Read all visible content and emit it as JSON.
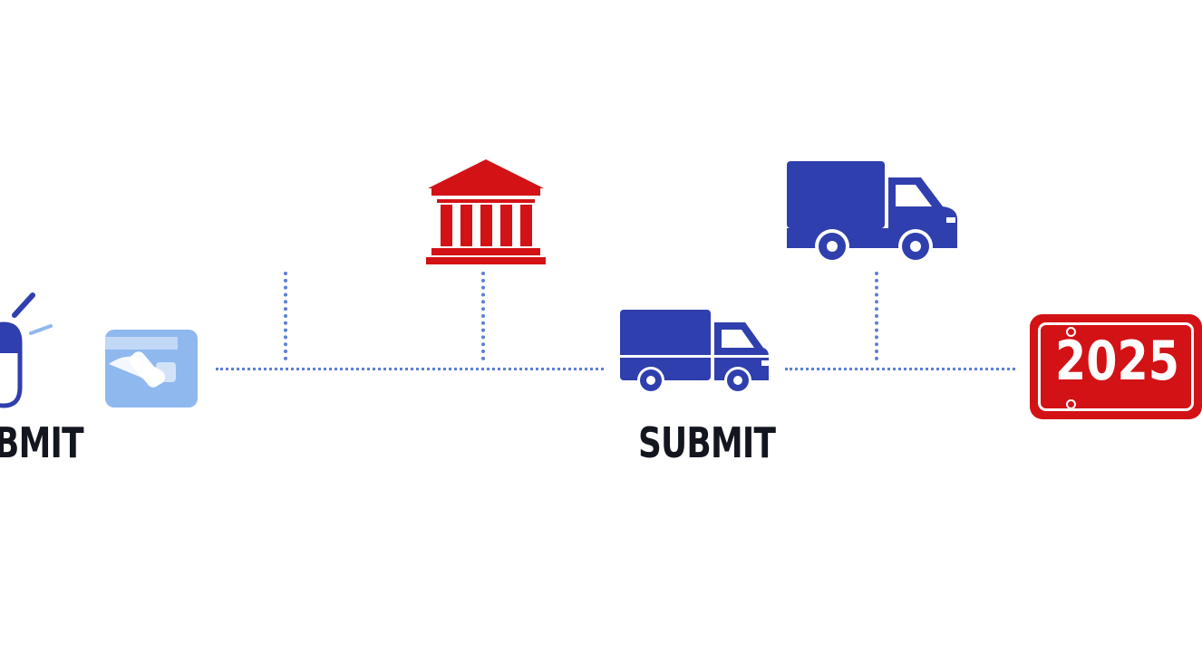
{
  "labels": {
    "left_partial": "BMIT",
    "center": "SUBMIT"
  },
  "plate": {
    "text": "2025"
  },
  "icons": {
    "mouse": "mouse-click-icon",
    "hand_card": "hand-card-icon",
    "bank": "bank-building-icon",
    "truck_small": "delivery-truck-icon",
    "truck_large": "delivery-truck-icon",
    "plate": "license-plate-icon"
  },
  "colors": {
    "primary_blue": "#2f3fae",
    "light_blue": "#8fb8ee",
    "red": "#d31216",
    "connector": "#5b7fd6",
    "text": "#13161f"
  }
}
